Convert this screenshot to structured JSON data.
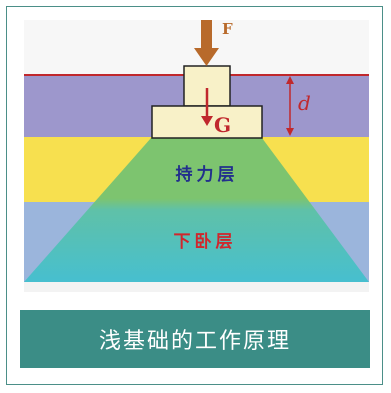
{
  "labels": {
    "force": "F",
    "gravity": "G",
    "depth": "d",
    "bearing_layer": "持力层",
    "underlying_layer": "下卧层"
  },
  "caption": "浅基础的工作原理",
  "colors": {
    "sky": "#f7f7f7",
    "soil_top": "#9d97cc",
    "bearing_band": "#f7e04f",
    "lower_band": "#9bb5dc",
    "bottom": "#f3f3f3",
    "trapezoid_green": "#7dc46f",
    "trapezoid_teal": "#4fbfc9",
    "ground_line": "#c0282d",
    "footing": "#f8f1c8",
    "arrow": "#b86a2b",
    "caption_bg": "#3b8d86"
  }
}
